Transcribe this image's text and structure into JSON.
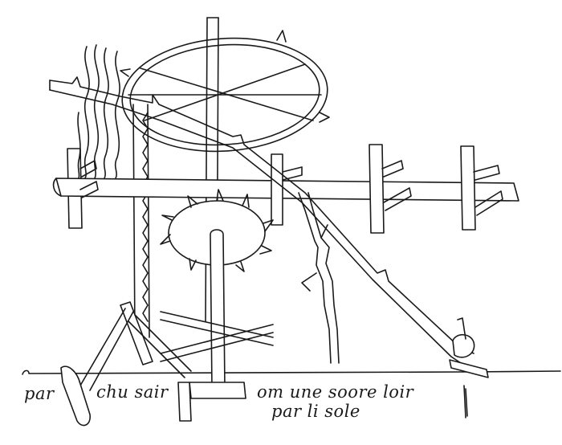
{
  "caption": {
    "word1": "par",
    "word2": "chu sair",
    "line1": "om une soore loir",
    "line2": "par li sole"
  }
}
